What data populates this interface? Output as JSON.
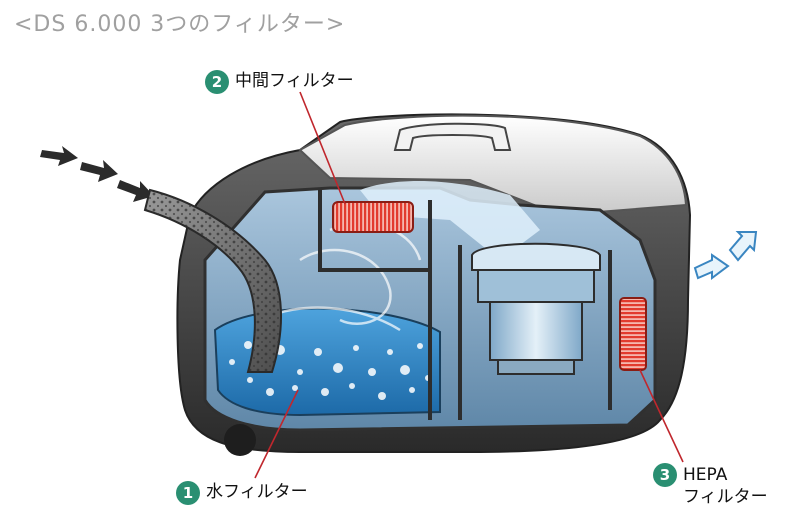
{
  "title": "<DS 6.000 3つのフィルター>",
  "callouts": {
    "water_filter": {
      "number": "1",
      "label": "水フィルター"
    },
    "middle_filter": {
      "number": "2",
      "label": "中間フィルター"
    },
    "hepa_filter": {
      "number": "3",
      "label_line1": "HEPA",
      "label_line2": "フィルター"
    }
  },
  "colors": {
    "badge": "#2a8f72",
    "leader_line": "#c0272d",
    "filter_red": "#e23b2e",
    "water_blue": "#2f86c8",
    "airflow_light_blue": "#cfe8f7",
    "title_gray": "#a0a0a0"
  }
}
